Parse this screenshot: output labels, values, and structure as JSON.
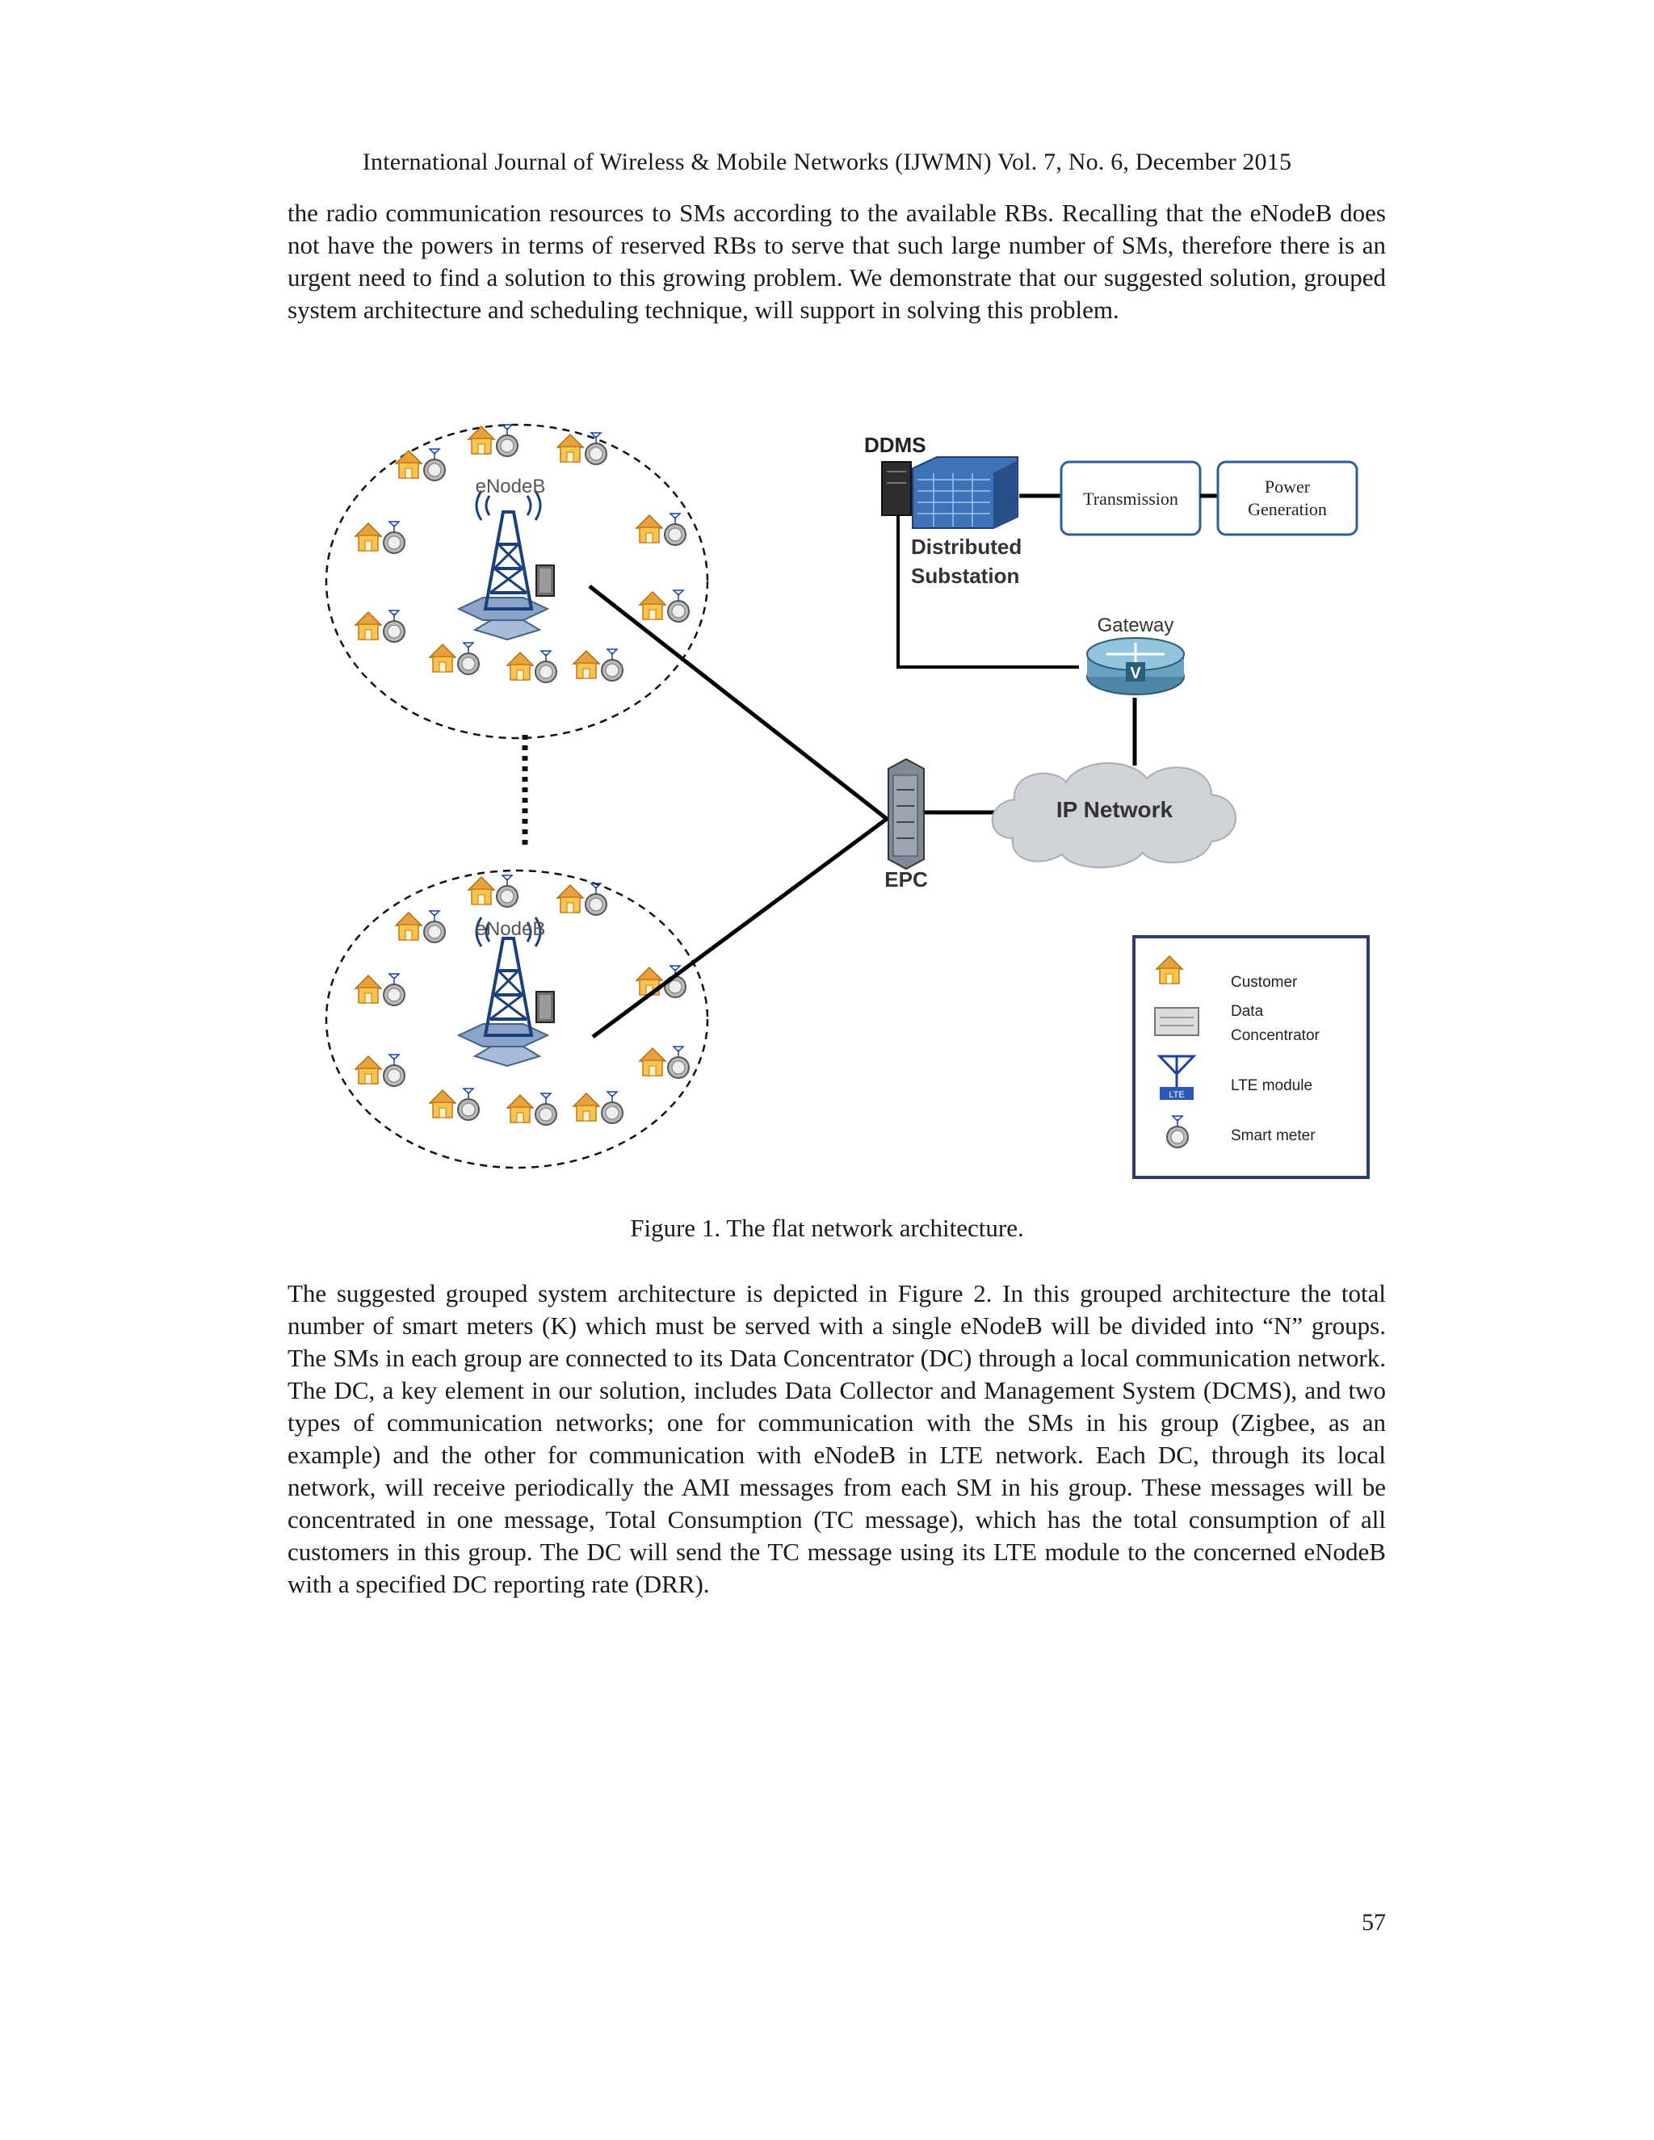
{
  "header": {
    "running_title": "International Journal of Wireless & Mobile Networks (IJWMN) Vol. 7, No. 6, December 2015"
  },
  "body": {
    "paragraph1": "the radio communication resources to SMs according to the available RBs. Recalling that the eNodeB does not have the powers in terms of reserved RBs to serve that such large number of SMs, therefore there is an urgent need to find a solution to this growing problem. We demonstrate that our suggested solution, grouped system architecture and scheduling technique, will support in solving this problem.",
    "paragraph2": "The suggested grouped system architecture is depicted in Figure 2. In this grouped architecture the total number of smart meters (K) which must be served with a single eNodeB will be divided into “N” groups. The SMs in each group are connected to its Data Concentrator (DC) through a local communication network. The DC, a key element in our solution, includes Data Collector and Management System (DCMS), and two types of communication networks; one for communication with the SMs in his group (Zigbee, as an example) and the other for communication with eNodeB in LTE network. Each DC, through its local network, will receive periodically the AMI messages from each SM in his group. These messages will be concentrated in one message, Total Consumption (TC message), which has the total consumption of all customers in this group. The DC will send the TC message using its LTE module to the concerned eNodeB with a specified DC reporting rate (DRR)."
  },
  "figure": {
    "caption": "Figure 1. The flat network architecture.",
    "labels": {
      "enodeb_top": "eNodeB",
      "enodeb_bottom": "eNodeB",
      "ddms": "DDMS",
      "substation_line1": "Distributed",
      "substation_line2": "Substation",
      "transmission": "Transmission",
      "power_line1": "Power",
      "power_line2": "Generation",
      "gateway": "Gateway",
      "gateway_icon_letter": "V",
      "ip_network": "IP Network",
      "epc": "EPC",
      "lte_tag": "LTE"
    },
    "legend": {
      "customer": "Customer",
      "dc_line1": "Data",
      "dc_line2": "Concentrator",
      "lte_module": "LTE module",
      "smart_meter": "Smart meter"
    }
  },
  "footer": {
    "page_number": "57"
  }
}
